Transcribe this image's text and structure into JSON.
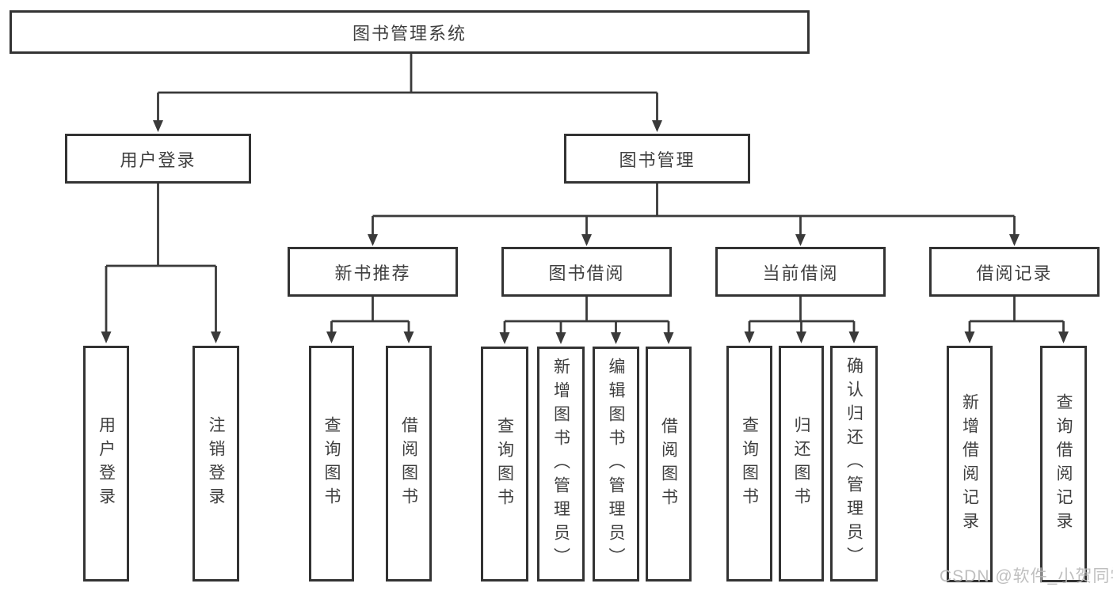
{
  "diagram_title": "图书管理系统",
  "tree": {
    "label": "图书管理系统",
    "children": [
      {
        "label": "用户登录",
        "children": [
          {
            "label": "用户登录"
          },
          {
            "label": "注销登录"
          }
        ]
      },
      {
        "label": "图书管理",
        "children": [
          {
            "label": "新书推荐",
            "children": [
              {
                "label": "查询图书"
              },
              {
                "label": "借阅图书"
              }
            ]
          },
          {
            "label": "图书借阅",
            "children": [
              {
                "label": "查询图书"
              },
              {
                "label": "新增图书（管理员）"
              },
              {
                "label": "编辑图书（管理员）"
              },
              {
                "label": "借阅图书"
              }
            ]
          },
          {
            "label": "当前借阅",
            "children": [
              {
                "label": "查询图书"
              },
              {
                "label": "归还图书"
              },
              {
                "label": "确认归还（管理员）"
              }
            ]
          },
          {
            "label": "借阅记录",
            "children": [
              {
                "label": "新增借阅记录"
              },
              {
                "label": "查询借阅记录"
              }
            ]
          }
        ]
      }
    ]
  },
  "watermark": {
    "text": "CSDN @软件_小贺同学",
    "color": "#bababa"
  },
  "colors": {
    "line": "#3a3a3a",
    "border": "#333333",
    "text": "#3f3f3f",
    "background": "#ffffff"
  }
}
